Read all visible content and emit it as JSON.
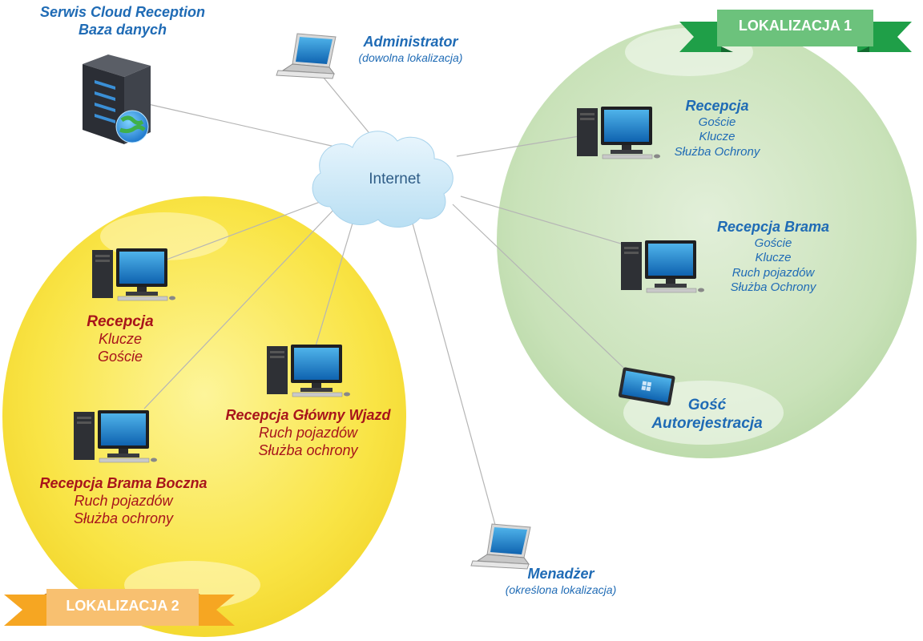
{
  "server": {
    "line1": "Serwis Cloud Reception",
    "line2": "Baza danych"
  },
  "internet": "Internet",
  "administrator": {
    "title": "Administrator",
    "subtitle": "(dowolna lokalizacja)"
  },
  "manager": {
    "title": "Menadżer",
    "subtitle": "(określona lokalizacja)"
  },
  "location1": {
    "banner": "LOKALIZACJA 1",
    "color": "#c5e0b4",
    "reception": {
      "title": "Recepcja",
      "items": [
        "Goście",
        "Klucze",
        "Służba Ochrony"
      ]
    },
    "gate_reception": {
      "title": "Recepcja Brama",
      "items": [
        "Goście",
        "Klucze",
        "Ruch pojazdów",
        "Służba Ochrony"
      ]
    },
    "guest": {
      "line1": "Gość",
      "line2": "Autorejestracja"
    }
  },
  "location2": {
    "banner": "LOKALIZACJA 2",
    "color": "#fae24c",
    "reception": {
      "title": "Recepcja",
      "items": [
        "Klucze",
        "Goście"
      ]
    },
    "main_entrance": {
      "title": "Recepcja Główny Wjazd",
      "items": [
        "Ruch pojazdów",
        "Służba ochrony"
      ]
    },
    "side_gate": {
      "title": "Recepcja Brama Boczna",
      "items": [
        "Ruch pojazdów",
        "Służba ochrony"
      ]
    }
  },
  "colors": {
    "label_blue": "#1f6bb5",
    "label_red": "#a8141b",
    "banner_green": "#3db05a",
    "banner_orange": "#f5a623"
  }
}
